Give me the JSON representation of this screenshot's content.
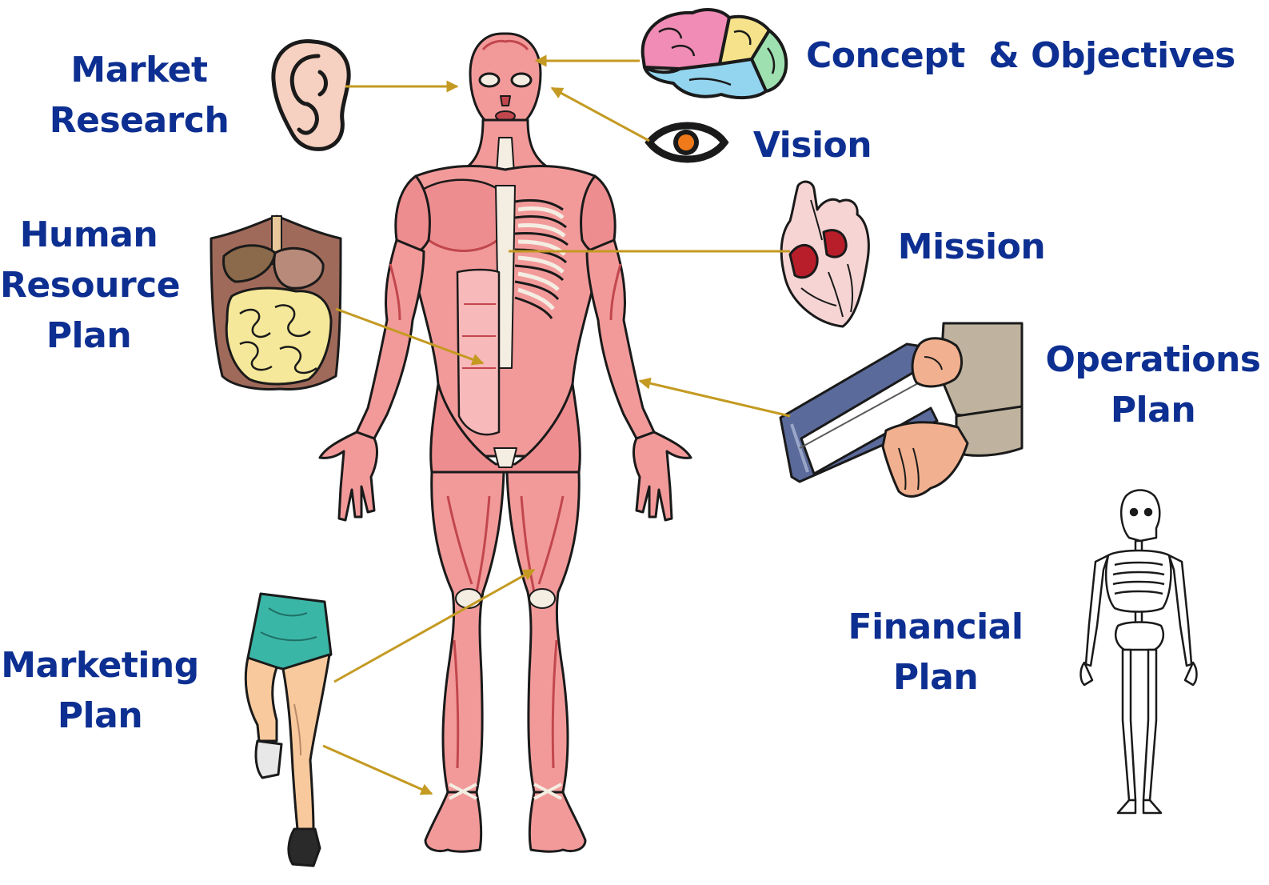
{
  "colors": {
    "label": "#0d2f91",
    "arrow": "#c49a22",
    "muscle": "#f29a9a",
    "muscle_dark": "#c2474d",
    "outline": "#1a1a1a",
    "bone": "#f4ede2",
    "brain_pink": "#f08cb5",
    "brain_yellow": "#f5e28a",
    "brain_green": "#9fe0b0",
    "brain_blue": "#93d4ee",
    "heart_red": "#b81e2a",
    "eye_iris": "#f07a1a",
    "shorts": "#3ab6a6",
    "skin": "#f8c99c",
    "sleeve": "#bfb39f"
  },
  "labels": {
    "market_research": [
      "Market",
      "Research"
    ],
    "concept_objectives": [
      "Concept  & Objectives"
    ],
    "vision": [
      "Vision"
    ],
    "human_resource": [
      "Human",
      "Resource",
      "Plan"
    ],
    "mission": [
      "Mission"
    ],
    "operations": [
      "Operations",
      "Plan"
    ],
    "financial": [
      "Financial",
      "Plan"
    ],
    "marketing": [
      "Marketing",
      "Plan"
    ]
  },
  "icons": {
    "body": "muscle-anatomy-figure-icon",
    "ear": "ear-icon",
    "brain": "brain-icon",
    "eye": "eye-icon",
    "heart": "heart-icon",
    "organs": "digestive-organs-icon",
    "saw": "hacksaw-hands-icon",
    "skeleton": "skeleton-icon",
    "legs": "running-legs-icon"
  }
}
